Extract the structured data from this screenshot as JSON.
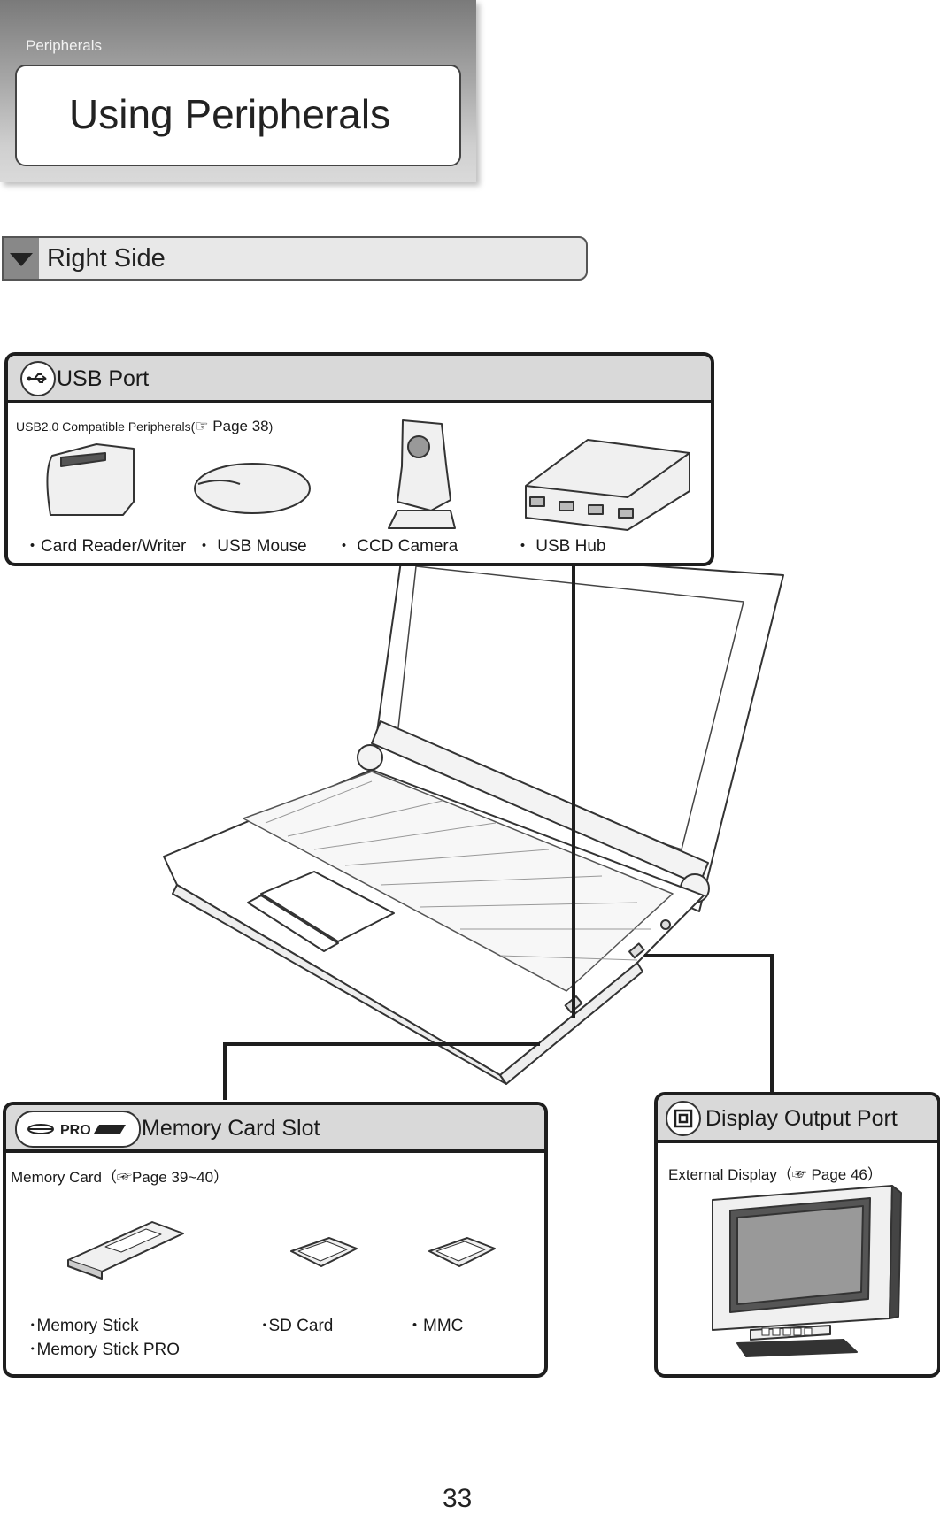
{
  "header": {
    "section": "Peripherals",
    "title": "Using Peripherals"
  },
  "subheading": "Right Side",
  "usb_panel": {
    "title": "USB Port",
    "icon": "usb-icon",
    "ref_prefix": "USB2.0 Compatible Peripherals(",
    "ref_hand": "☞",
    "ref_page": " Page 38",
    "ref_close": ")",
    "items": [
      {
        "label": "・Card Reader/Writer",
        "icon": "card-reader-icon"
      },
      {
        "label": "・ USB Mouse",
        "icon": "mouse-icon"
      },
      {
        "label": "・ CCD Camera",
        "icon": "camera-icon"
      },
      {
        "label": "・ USB Hub",
        "icon": "usb-hub-icon"
      }
    ]
  },
  "memory_panel": {
    "title": "Memory Card Slot",
    "logo_text": "PRO",
    "ref_prefix": "Memory Card（",
    "ref_hand": "☞",
    "ref_page": "Page 39~40",
    "ref_close": "）",
    "items": [
      {
        "lines": [
          "･Memory Stick",
          "･Memory Stick PRO"
        ],
        "icon": "memory-stick-icon"
      },
      {
        "lines": [
          "･SD Card"
        ],
        "icon": "sd-card-icon"
      },
      {
        "lines": [
          "・MMC"
        ],
        "icon": "mmc-card-icon"
      }
    ]
  },
  "display_panel": {
    "title": "Display Output Port",
    "icon": "display-port-icon",
    "ref_prefix": "External Display（",
    "ref_hand": "☞",
    "ref_page": " Page 46",
    "ref_close": "）",
    "item_icon": "monitor-icon"
  },
  "page_number": "33",
  "colors": {
    "panel_header": "#d9d9d9",
    "border": "#1e1e1e",
    "header_gradient_top": "#7a7a7a"
  }
}
